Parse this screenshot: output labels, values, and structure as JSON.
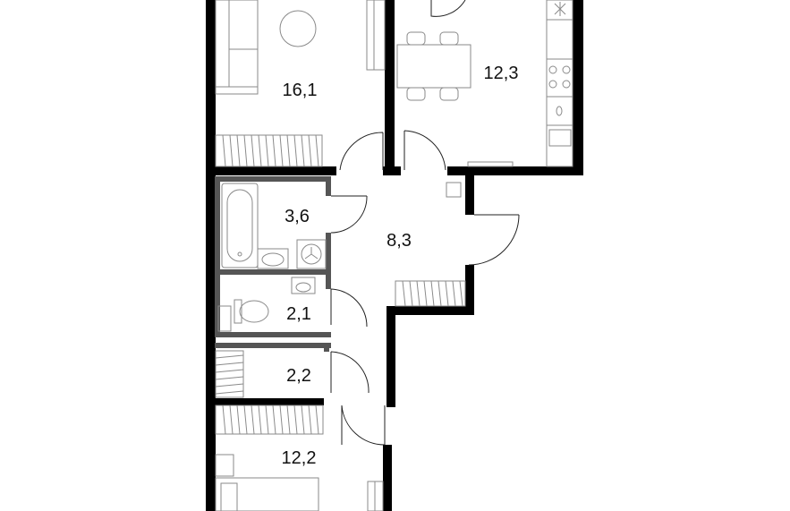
{
  "rooms": [
    {
      "id": "living-room",
      "area": "16,1"
    },
    {
      "id": "kitchen",
      "area": "12,3"
    },
    {
      "id": "bathroom",
      "area": "3,6"
    },
    {
      "id": "hallway",
      "area": "8,3"
    },
    {
      "id": "toilet",
      "area": "2,1"
    },
    {
      "id": "storage",
      "area": "2,2"
    },
    {
      "id": "bedroom",
      "area": "12,2"
    }
  ],
  "colors": {
    "wall": "#000000",
    "partition": "#555555",
    "fixture": "#8a8a8a",
    "background": "#ffffff"
  }
}
